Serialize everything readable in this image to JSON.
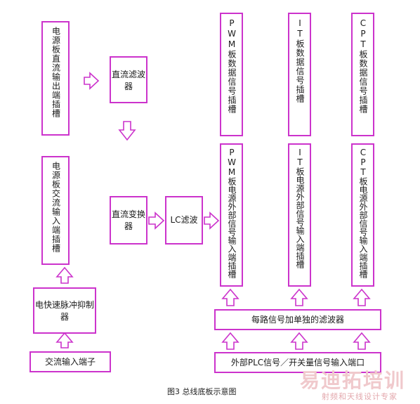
{
  "diagram": {
    "boxes": {
      "dc_out_slot": "电源板直流输出端插槽",
      "dc_filter": "直流滤波器",
      "ac_in_slot": "电源板交流输入端插槽",
      "dc_converter": "直流变换器",
      "lc_filter": "LC滤波",
      "pulse_suppressor": "电快速脉冲抑制器",
      "ac_input": "交流输入端子",
      "pwm_data": "PWM板数据信号插槽",
      "it_data": "IT板数据信号插槽",
      "cpt_data": "CPT板数据信号插槽",
      "pwm_power": "PWM板电源外部信号输入端插槽",
      "it_power": "IT板电源外部信号输入端插槽",
      "cpt_power": "CPT板电源外部信号输入端插槽",
      "signal_filter": "每路信号加单独的滤波器",
      "plc_input": "外部PLC信号／开关量信号输入端口"
    },
    "caption": "图3 总线底板示意图",
    "watermark": {
      "logo": "易迪拓培训",
      "tagline": "射频和天线设计专家"
    },
    "colors": {
      "border": "#cc33cc",
      "arrow": "#cc33cc"
    }
  }
}
